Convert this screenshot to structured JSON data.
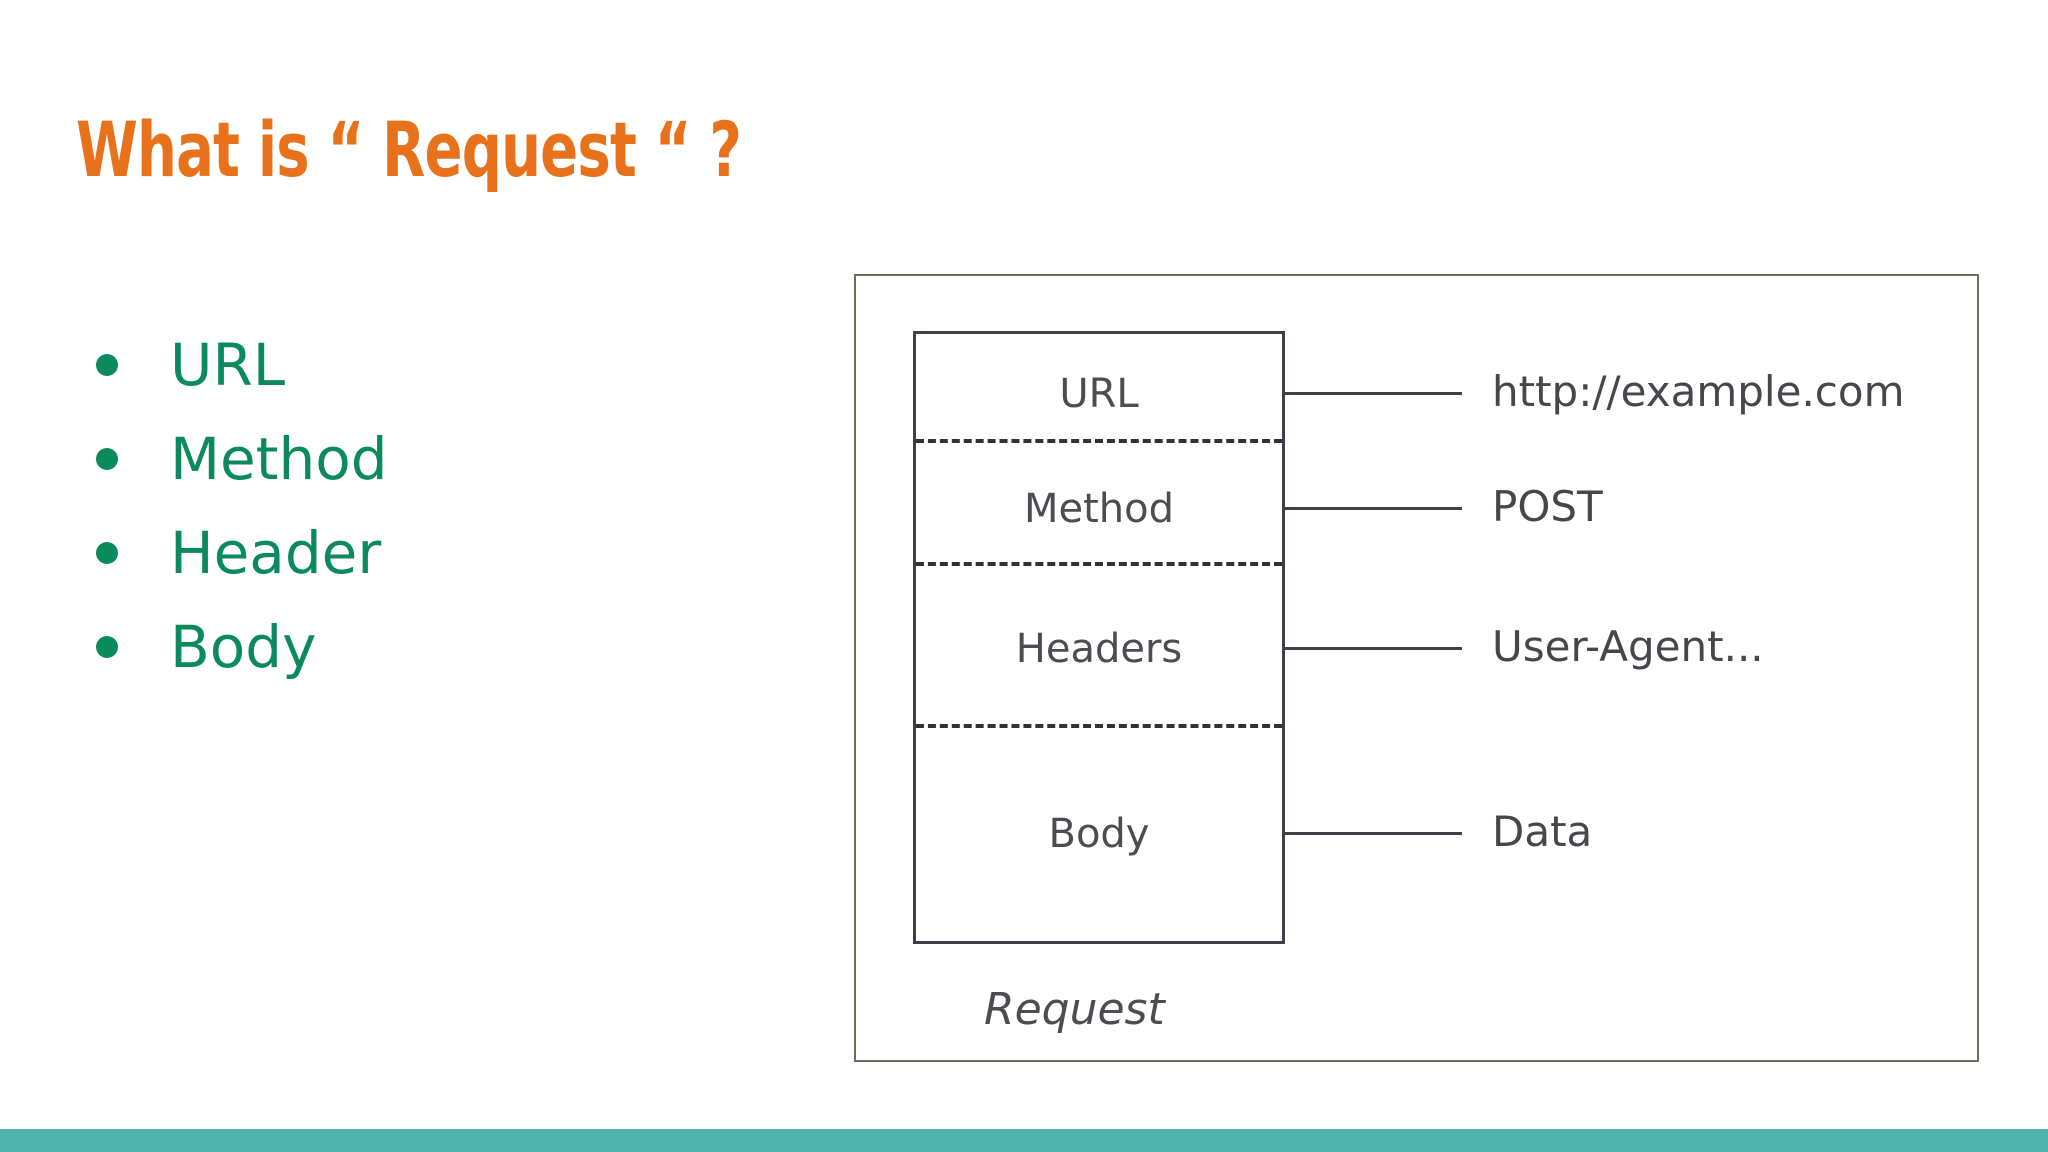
{
  "slide": {
    "background_color": "#FFFFFF",
    "title": "What is “ Request “ ?",
    "title_color": "#E8711C"
  },
  "bullet_list": {
    "bullet_color": "#0B8A5C",
    "text_color": "#0B8A5C",
    "items": [
      {
        "label": "URL"
      },
      {
        "label": "Method"
      },
      {
        "label": "Header"
      },
      {
        "label": "Body"
      }
    ]
  },
  "diagram": {
    "caption": "Request",
    "outer_border_color": "#6F6E5C",
    "inner_border_color": "#3D4046",
    "text_color": "#4A4D52",
    "segments": [
      {
        "name": "URL",
        "value": "http://example.com"
      },
      {
        "name": "Method",
        "value": "POST"
      },
      {
        "name": "Headers",
        "value": "User-Agent..."
      },
      {
        "name": "Body",
        "value": "Data"
      }
    ]
  },
  "footer": {
    "bar_color": "#4DB3AC"
  }
}
